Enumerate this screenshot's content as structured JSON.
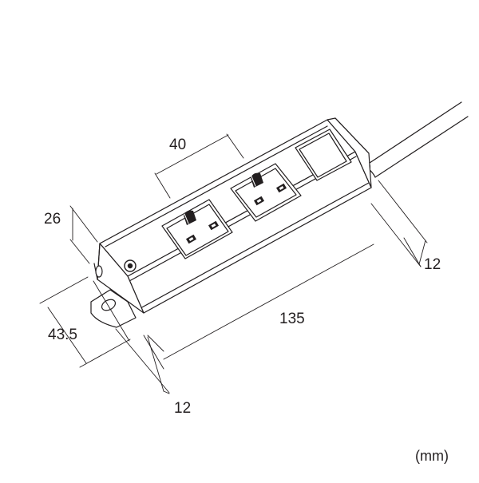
{
  "dimensions": {
    "width_sockets_pitch": "40",
    "height": "26",
    "right_offset": "12",
    "length": "135",
    "depth": "43.5",
    "bottom_offset": "12"
  },
  "unit_label": "(mm)",
  "colors": {
    "line": "#231f20",
    "fill": "#ffffff",
    "shade": "#e6e6e6"
  },
  "icons": {
    "power_strip": "power-strip-drawing",
    "outlet": "outlet-icon",
    "switch": "switch-icon",
    "screw": "mounting-screw-icon"
  }
}
